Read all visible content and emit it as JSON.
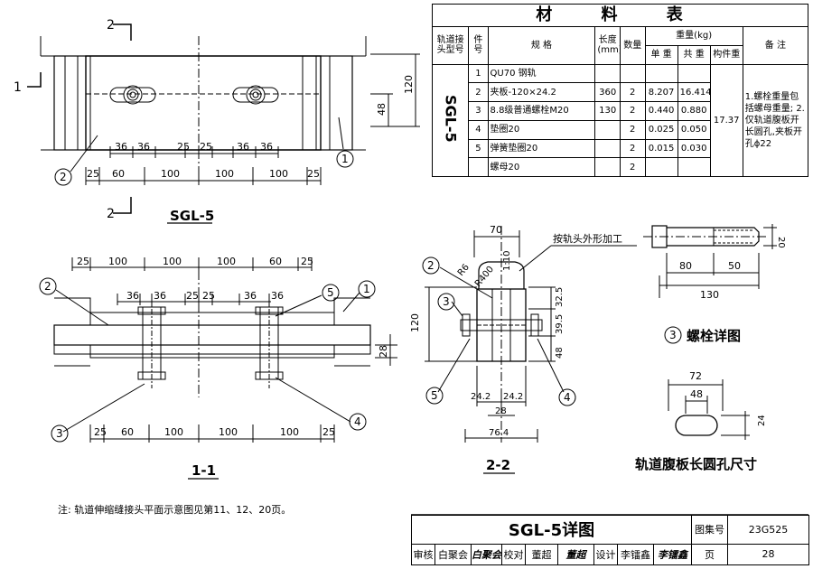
{
  "material_table": {
    "title": "材 料 表",
    "headers": {
      "type": "轨道接头型号",
      "no": "件号",
      "spec": "规 格",
      "length": "长度(mm)",
      "qty": "数量",
      "weight": "重量(kg)",
      "unit": "单 重",
      "total": "共 重",
      "member": "构件重",
      "remarks": "备 注"
    },
    "joint_type": "SGL-5",
    "member_weight": "17.37",
    "remarks": "1.螺栓重量包括螺母重量; 2.仅轨道腹板开长圆孔,夹板开孔ϕ22",
    "rows": [
      {
        "no": "1",
        "spec": "QU70 钢轨",
        "length": "",
        "qty": "",
        "unit": "",
        "total": ""
      },
      {
        "no": "2",
        "spec": "夹板-120×24.2",
        "length": "360",
        "qty": "2",
        "unit": "8.207",
        "total": "16.414"
      },
      {
        "no": "3",
        "spec": "8.8级普通螺栓M20",
        "length": "130",
        "qty": "2",
        "unit": "0.440",
        "total": "0.880"
      },
      {
        "no": "4",
        "spec": "垫圈20",
        "length": "",
        "qty": "2",
        "unit": "0.025",
        "total": "0.050"
      },
      {
        "no": "5",
        "spec": "弹簧垫圈20",
        "length": "",
        "qty": "2",
        "unit": "0.015",
        "total": "0.030"
      },
      {
        "no": "",
        "spec": "螺母20",
        "length": "",
        "qty": "2",
        "unit": "",
        "total": ""
      }
    ]
  },
  "views": {
    "plan_label": "SGL-5",
    "section_11": "1-1",
    "section_22": "2-2",
    "bolt_detail": "螺栓详图",
    "slot_title": "轨道腹板长圆孔尺寸",
    "machining_note": "按轨头外形加工",
    "section_mark_1": "1",
    "section_mark_2": "2"
  },
  "callouts": [
    "1",
    "2",
    "3",
    "4",
    "5"
  ],
  "dims": {
    "d25": "25",
    "d60": "60",
    "d100": "100",
    "d36": "36",
    "d120": "120",
    "d48": "48",
    "d28": "28",
    "d70": "70",
    "d32_5": "32.5",
    "d39_5": "39.5",
    "d24_2": "24.2",
    "d76_4": "76.4",
    "d80": "80",
    "d50": "50",
    "d130": "130",
    "d20": "20",
    "d72": "72",
    "d24": "24",
    "r6": "R6",
    "r400": "R400",
    "slope": "1:10"
  },
  "note": "注: 轨道伸缩缝接头平面示意图见第11、12、20页。",
  "title_block": {
    "drawing_title": "SGL-5详图",
    "atlas_label": "图集号",
    "atlas_no": "23G525",
    "review_label": "审核",
    "reviewer": "白聚会",
    "reviewer_sig": "白聚会",
    "check_label": "校对",
    "checker": "董超",
    "checker_sig": "董超",
    "design_label": "设计",
    "designer": "李镭鑫",
    "designer_sig": "李镭鑫",
    "page_label": "页",
    "page_no": "28"
  }
}
